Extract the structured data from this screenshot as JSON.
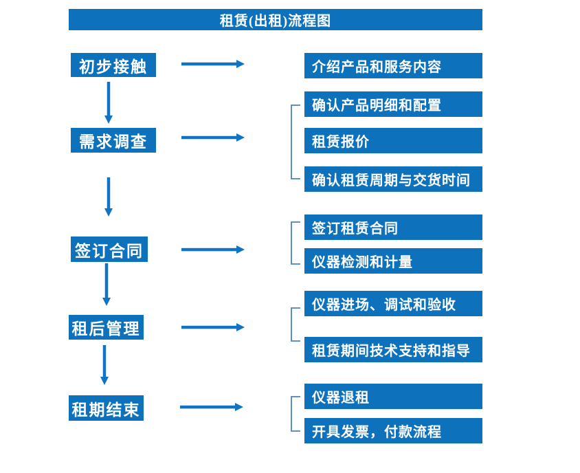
{
  "title": "租赁(出租)流程图",
  "colors": {
    "box_blue": "#0e71bc",
    "arrow_blue": "#1173c4",
    "bracket_blue": "#4a81c0",
    "text_white": "#ffffff",
    "page_bg": "#ffffff"
  },
  "left_steps": [
    {
      "label": "初步接触"
    },
    {
      "label": "需求调查"
    },
    {
      "label": "签订合同"
    },
    {
      "label": "租后管理"
    },
    {
      "label": "租期结束"
    }
  ],
  "right_items": [
    {
      "label": "介绍产品和服务内容"
    },
    {
      "label": "确认产品明细和配置"
    },
    {
      "label": "租赁报价"
    },
    {
      "label": "确认租赁周期与交货时间"
    },
    {
      "label": "签订租赁合同"
    },
    {
      "label": "仪器检测和计量"
    },
    {
      "label": "仪器进场、调试和验收"
    },
    {
      "label": "租赁期间技术支持和指导"
    },
    {
      "label": "仪器退租"
    },
    {
      "label": "开具发票，付款流程"
    }
  ]
}
